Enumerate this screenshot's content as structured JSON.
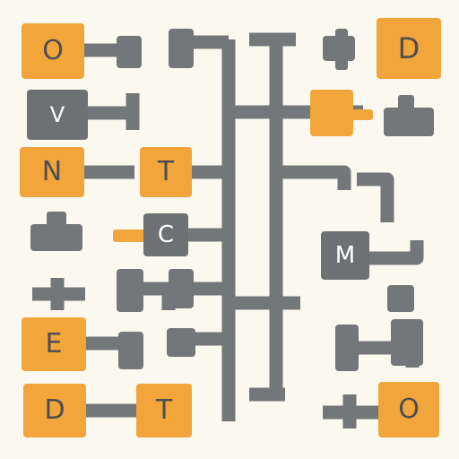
{
  "tiles": {
    "top_left": "O",
    "top_right": "D",
    "chevron": "V",
    "left_n": "N",
    "center_t": "T",
    "center_c": "C",
    "right_m": "M",
    "left_e": "E",
    "bottom_left": "D",
    "bottom_center": "T",
    "bottom_right": "O"
  },
  "colors": {
    "background": "#fbf8f0",
    "orange": "#f2a53a",
    "gray": "#6d7174",
    "text_dark": "#4b4f53"
  }
}
